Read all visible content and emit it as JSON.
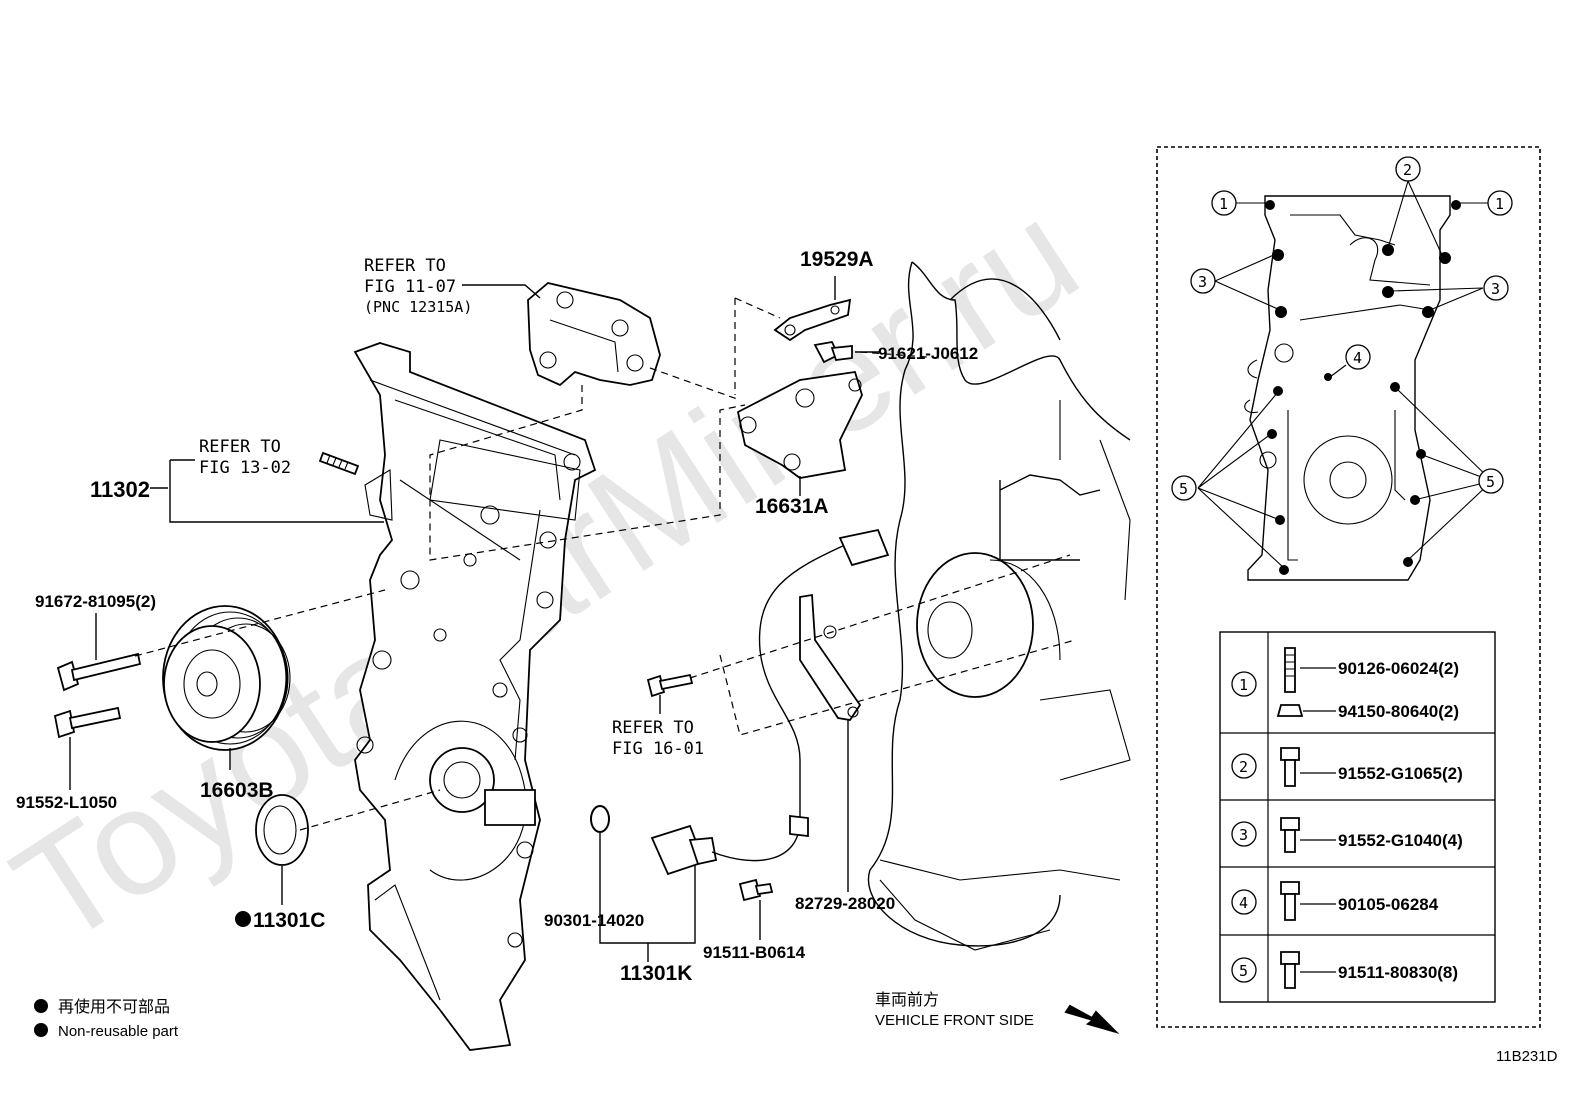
{
  "watermark": "ToyotaCarMiner.ru",
  "figure_code": "11B231D",
  "legend": {
    "japanese": "再使用不可部品",
    "english": "Non-reusable part"
  },
  "direction": {
    "japanese": "車両前方",
    "english": "VEHICLE FRONT SIDE"
  },
  "refs": {
    "fig_11_07_line1": "REFER TO",
    "fig_11_07_line2": "FIG 11-07",
    "fig_11_07_line3": "(PNC 12315A)",
    "fig_13_02_line1": "REFER TO",
    "fig_13_02_line2": "FIG 13-02",
    "fig_16_01_line1": "REFER TO",
    "fig_16_01_line2": "FIG 16-01"
  },
  "part_numbers": {
    "p19529A": "19529A",
    "p91621": "91621-J0612",
    "p16631A": "16631A",
    "p11302": "11302",
    "p91672": "91672-81095(2)",
    "p91552L": "91552-L1050",
    "p16603B": "16603B",
    "p11301C": "11301C",
    "p90301": "90301-14020",
    "p11301K": "11301K",
    "p91511B": "91511-B0614",
    "p82729": "82729-28020"
  },
  "detail_callouts": {
    "c1": "1",
    "c2": "2",
    "c3": "3",
    "c4": "4",
    "c5": "5"
  },
  "fastener_table": [
    {
      "key": "1",
      "parts": [
        "90126-06024(2)",
        "94150-80640(2)"
      ]
    },
    {
      "key": "2",
      "parts": [
        "91552-G1065(2)"
      ]
    },
    {
      "key": "3",
      "parts": [
        "91552-G1040(4)"
      ]
    },
    {
      "key": "4",
      "parts": [
        "90105-06284"
      ]
    },
    {
      "key": "5",
      "parts": [
        "91511-80830(8)"
      ]
    }
  ]
}
